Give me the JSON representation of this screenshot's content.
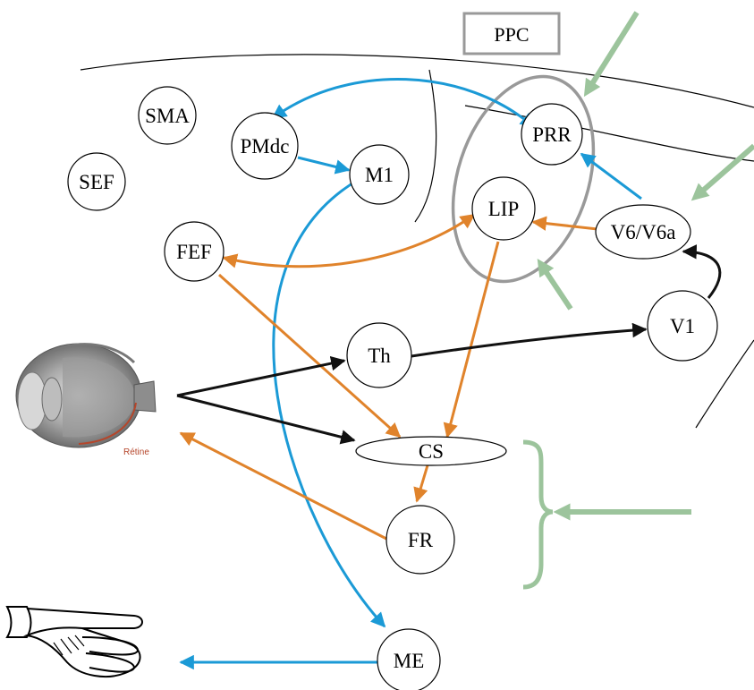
{
  "colors": {
    "blue": "#1b9ad6",
    "orange": "#e0832b",
    "black": "#111111",
    "green": "#9cc49c",
    "grey": "#999999",
    "retine": "#b5462b"
  },
  "box": {
    "label": "PPC"
  },
  "nodes": {
    "sma": "SMA",
    "sef": "SEF",
    "pmdc": "PMdc",
    "m1": "M1",
    "prr": "PRR",
    "lip": "LIP",
    "v6": "V6/V6a",
    "fef": "FEF",
    "th": "Th",
    "v1": "V1",
    "cs": "CS",
    "fr": "FR",
    "me": "ME"
  },
  "eye": {
    "label": "Rétine",
    "icon": "eye-icon"
  },
  "hand": {
    "icon": "pointing-hand-icon"
  }
}
